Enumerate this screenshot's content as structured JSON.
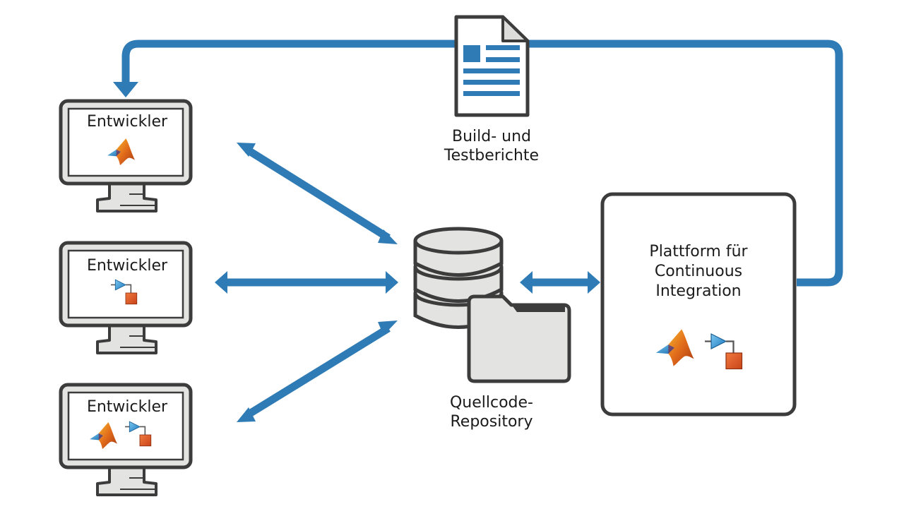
{
  "diagram": {
    "title": "Continuous Integration Workflow",
    "colors": {
      "arrow": "#2f7bb5",
      "outline": "#3c3c3c",
      "fill_gray": "#e3e3e1",
      "text": "#1b1b1b",
      "simulink_block": "#d9531e",
      "simulink_triangle": "#2d8fd0"
    },
    "developers": [
      {
        "label": "Entwickler",
        "icons": [
          "matlab-logo"
        ]
      },
      {
        "label": "Entwickler",
        "icons": [
          "simulink-block"
        ]
      },
      {
        "label": "Entwickler",
        "icons": [
          "matlab-logo",
          "simulink-block"
        ]
      }
    ],
    "report": {
      "label_line1": "Build- und",
      "label_line2": "Testberichte",
      "icon": "document-icon"
    },
    "repository": {
      "label_line1": "Quellcode-",
      "label_line2": "Repository",
      "icons": [
        "database-icon",
        "folder-icon"
      ]
    },
    "ci_platform": {
      "label_line1": "Plattform für",
      "label_line2": "Continuous",
      "label_line3": "Integration",
      "icons": [
        "matlab-logo",
        "simulink-block"
      ]
    },
    "connections": [
      {
        "from": "developer-1",
        "to": "repository",
        "type": "bidirectional"
      },
      {
        "from": "developer-2",
        "to": "repository",
        "type": "bidirectional"
      },
      {
        "from": "developer-3",
        "to": "repository",
        "type": "bidirectional"
      },
      {
        "from": "repository",
        "to": "ci-platform",
        "type": "bidirectional"
      },
      {
        "from": "ci-platform",
        "to": "developer-1",
        "via": "report",
        "type": "directed"
      }
    ]
  }
}
